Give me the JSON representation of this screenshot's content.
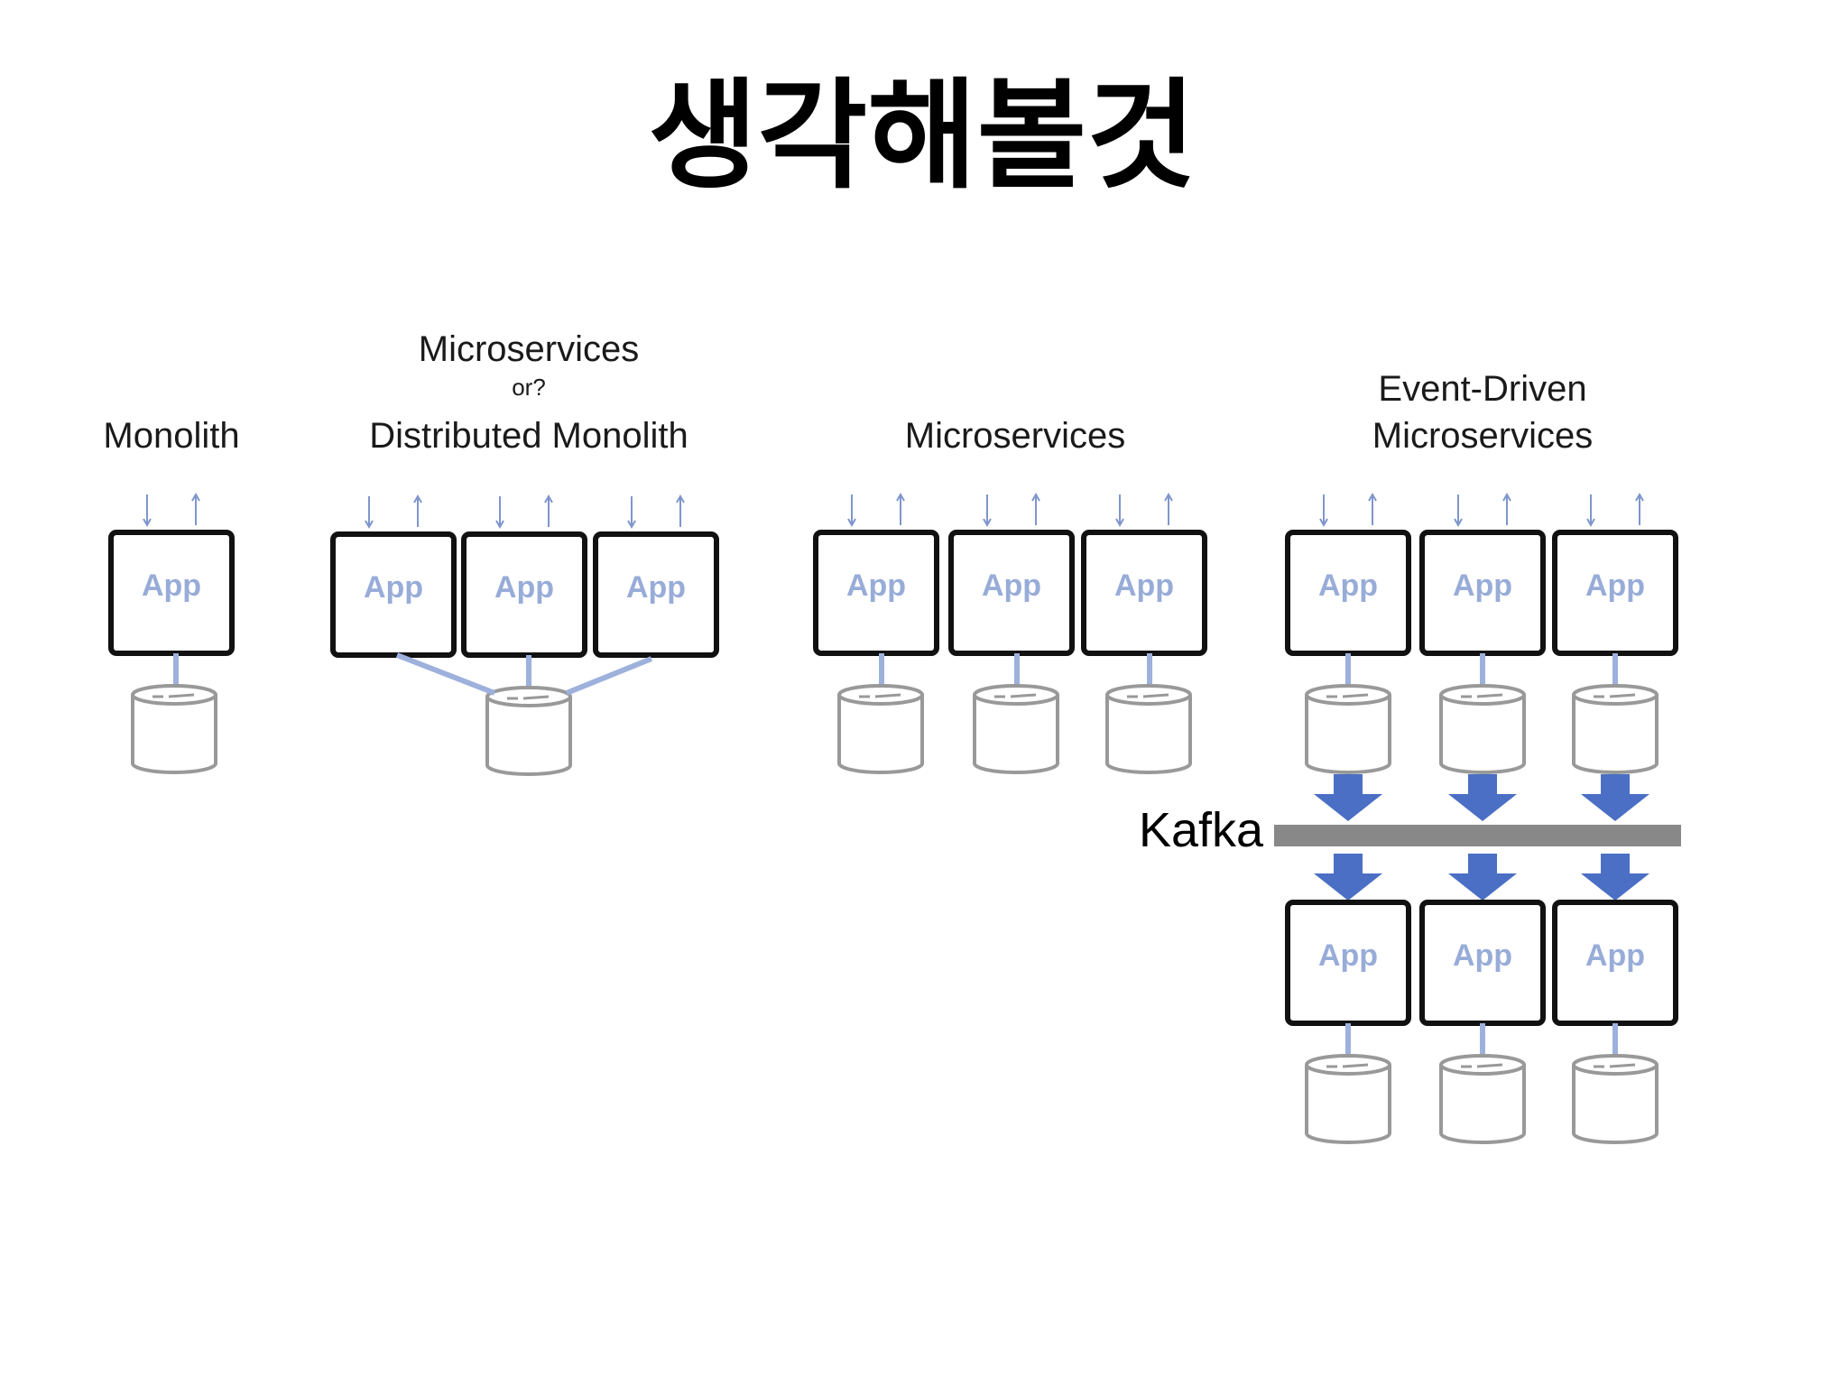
{
  "slide": {
    "title": "생각해볼것"
  },
  "sections": {
    "monolith": {
      "label": "Monolith"
    },
    "distributed": {
      "label_top": "Microservices",
      "label_or": "or?",
      "label_bottom": "Distributed Monolith"
    },
    "microservices": {
      "label": "Microservices"
    },
    "event_driven": {
      "label_line1": "Event-Driven",
      "label_line2": "Microservices"
    }
  },
  "app_label": "App",
  "kafka": {
    "label": "Kafka"
  },
  "colors": {
    "box_border": "#111111",
    "app_text": "#98acd8",
    "connector": "#9db1dc",
    "io_arrow": "#7f96cc",
    "database": "#999999",
    "kafka_bar": "#888888",
    "flow_arrow": "#4a6fc4"
  }
}
